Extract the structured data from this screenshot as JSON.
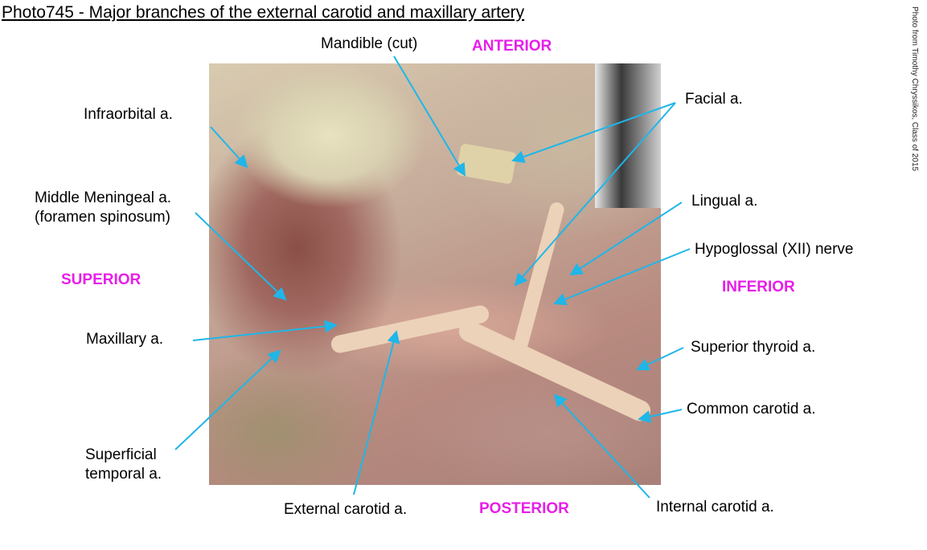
{
  "title": "Photo745 - Major branches of the external carotid and maxillary artery",
  "credit": "Photo from Timothy Chryssikos, Class of 2015",
  "directions": {
    "anterior": "ANTERIOR",
    "posterior": "POSTERIOR",
    "superior": "SUPERIOR",
    "inferior": "INFERIOR"
  },
  "labels": {
    "mandible": "Mandible (cut)",
    "facial": "Facial a.",
    "infraorbital": "Infraorbital a.",
    "middle_meningeal_1": "Middle Meningeal a.",
    "middle_meningeal_2": "(foramen spinosum)",
    "lingual": "Lingual a.",
    "hypoglossal": "Hypoglossal (XII) nerve",
    "maxillary": "Maxillary a.",
    "superior_thyroid": "Superior thyroid a.",
    "common_carotid": "Common carotid a.",
    "superficial_temporal_1": "Superficial",
    "superficial_temporal_2": "temporal a.",
    "external_carotid": "External carotid a.",
    "internal_carotid": "Internal carotid a."
  },
  "colors": {
    "arrow": "#1fb6e8",
    "direction": "#e81ee8"
  }
}
